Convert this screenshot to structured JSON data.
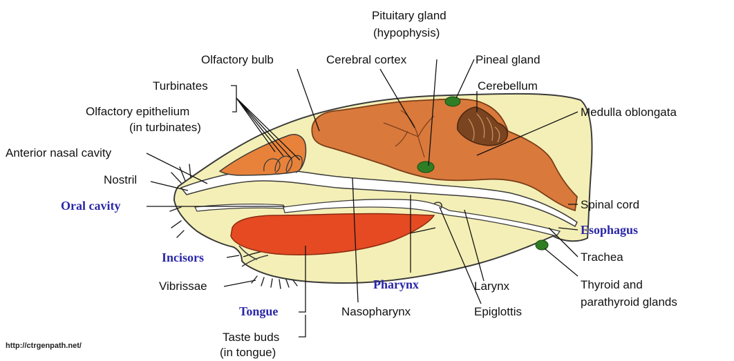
{
  "colors": {
    "background": "#ffffff",
    "body_fill": "#f4efb6",
    "brain_fill": "#d9793c",
    "brain_dark": "#c0602c",
    "cerebellum_fill": "#7a4420",
    "tongue_fill": "#e54a23",
    "gland_fill": "#2f7d24",
    "outline": "#3a3a3a",
    "blue_label": "#2a26a8"
  },
  "labels": {
    "pituitary_1": "Pituitary gland",
    "pituitary_2": "(hypophysis)",
    "olfactory_bulb": "Olfactory bulb",
    "cerebral_cortex": "Cerebral cortex",
    "pineal_gland": "Pineal gland",
    "cerebellum": "Cerebellum",
    "turbinates": "Turbinates",
    "olfactory_epithelium_1": "Olfactory epithelium",
    "olfactory_epithelium_2": "(in turbinates)",
    "medulla": "Medulla oblongata",
    "anterior_nasal": "Anterior nasal cavity",
    "nostril": "Nostril",
    "spinal_cord": "Spinal cord",
    "trachea": "Trachea",
    "vibrissae": "Vibrissae",
    "larynx": "Larynx",
    "thyroid_1": "Thyroid and",
    "thyroid_2": "parathyroid glands",
    "nasopharynx": "Nasopharynx",
    "epiglottis": "Epiglottis",
    "taste_buds_1": "Taste buds",
    "taste_buds_2": "(in tongue)"
  },
  "blue_labels": {
    "oral_cavity": "Oral cavity",
    "esophagus": "Esophagus",
    "incisors": "Incisors",
    "pharynx": "Pharynx",
    "tongue": "Tongue"
  },
  "source": "http://ctrgenpath.net/"
}
